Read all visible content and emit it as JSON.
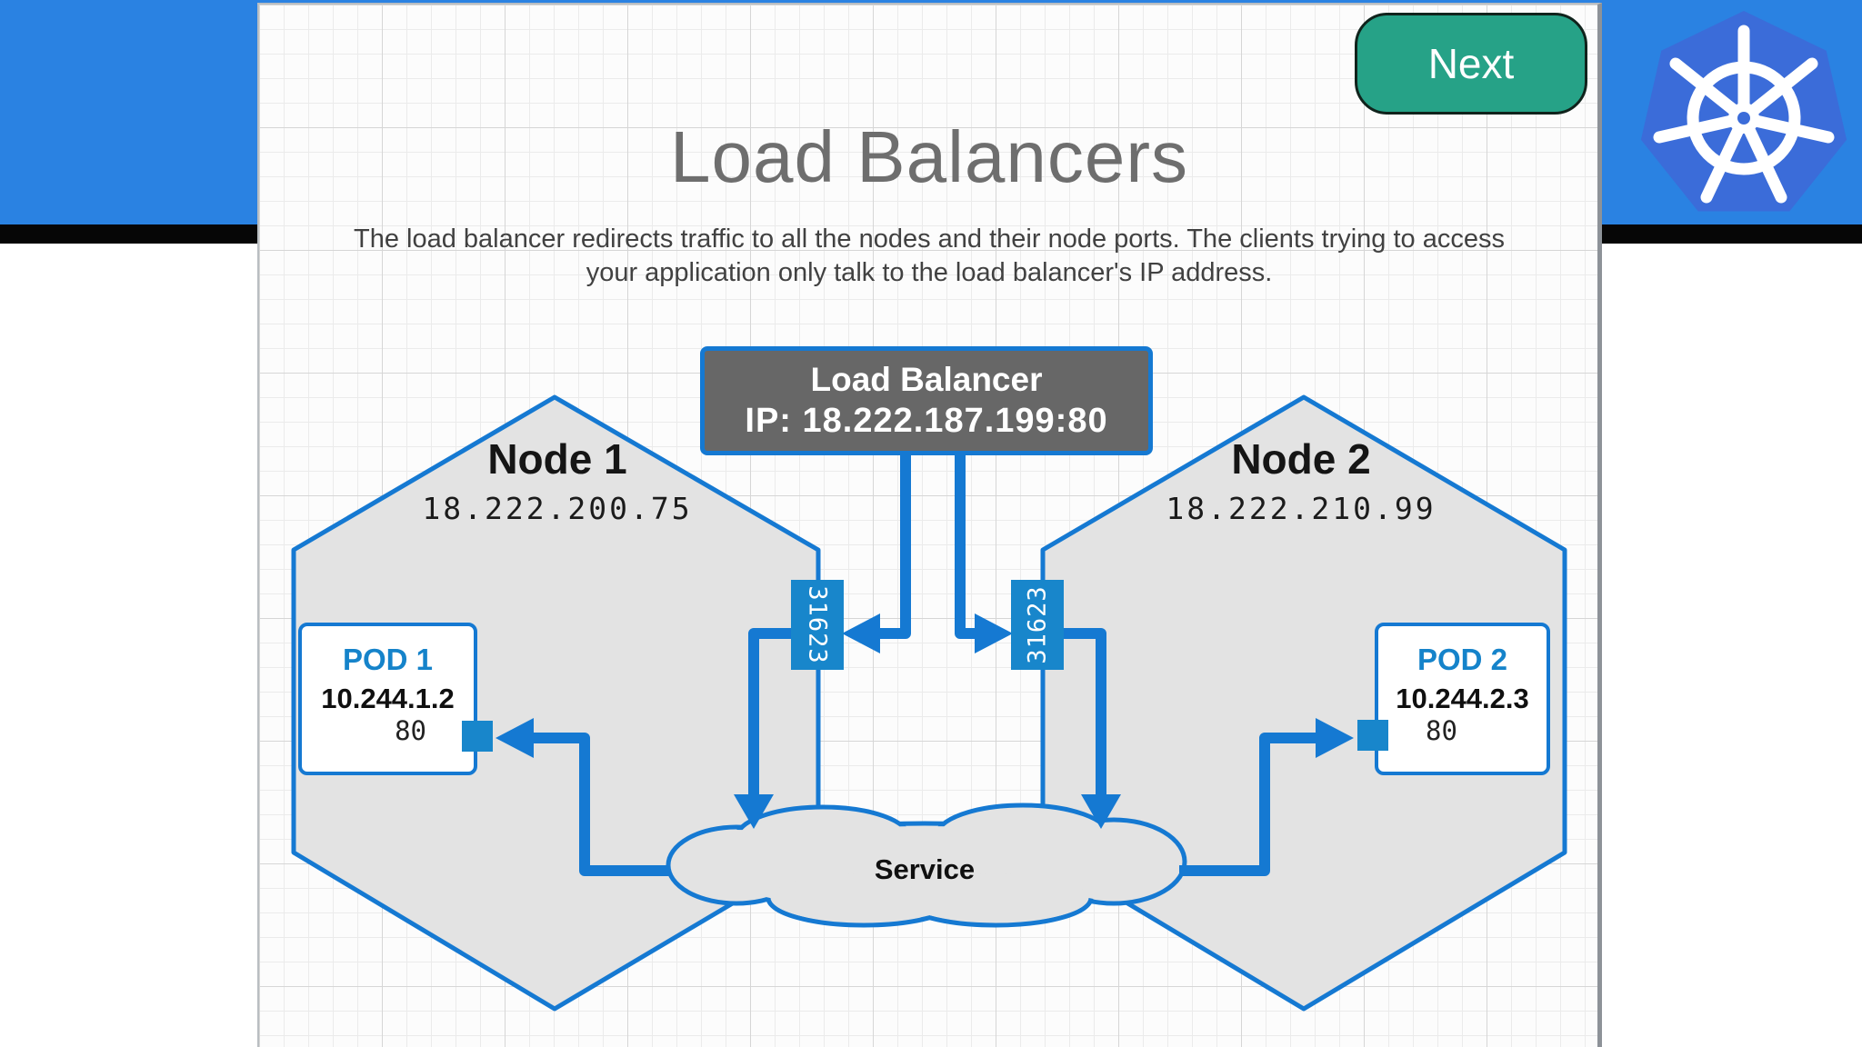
{
  "header": {
    "next_button_label": "Next",
    "kubernetes_logo_icon": "kubernetes-helm-wheel"
  },
  "lesson": {
    "title": "Load Balancers",
    "subtitle_line1": "The load balancer redirects traffic to all the nodes and their node ports. The clients trying to access",
    "subtitle_line2": "your application only talk to the load balancer's IP address."
  },
  "diagram": {
    "load_balancer": {
      "label": "Load Balancer",
      "ip_label": "IP: 18.222.187.199:80"
    },
    "node1": {
      "label": "Node 1",
      "ip": "18.222.200.75",
      "node_port": "31623",
      "pod": {
        "label": "POD 1",
        "ip": "10.244.1.2",
        "port": "80"
      }
    },
    "node2": {
      "label": "Node 2",
      "ip": "18.222.210.99",
      "node_port": "31623",
      "pod": {
        "label": "POD 2",
        "ip": "10.244.2.3",
        "port": "80"
      }
    },
    "service": {
      "label": "Service"
    }
  },
  "colors": {
    "band_blue": "#2a82e2",
    "k8s_heptagon_blue": "#3b6cd9",
    "diagram_stroke_blue": "#1579d2",
    "port_fill_blue": "#1886cb",
    "node_fill_gray": "#e3e3e3",
    "load_balancer_gray": "#676767",
    "next_button_green": "#26a287",
    "title_gray": "#6e6e6e"
  }
}
